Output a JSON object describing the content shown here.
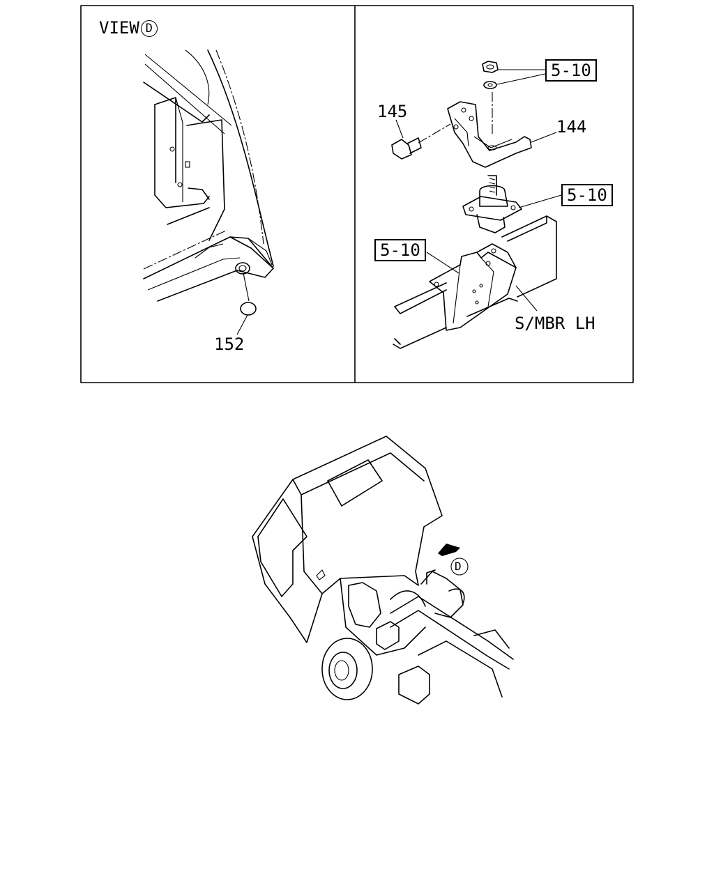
{
  "view_label": {
    "text": "VIEW",
    "marker": "D"
  },
  "left_panel": {
    "part_152": "152"
  },
  "right_panel": {
    "part_145": "145",
    "part_144": "144",
    "ref_nut_washer": "5-10",
    "ref_mount": "5-10",
    "ref_bracket": "5-10",
    "member_label": "S/MBR LH"
  },
  "overview": {
    "view_marker": "D"
  }
}
